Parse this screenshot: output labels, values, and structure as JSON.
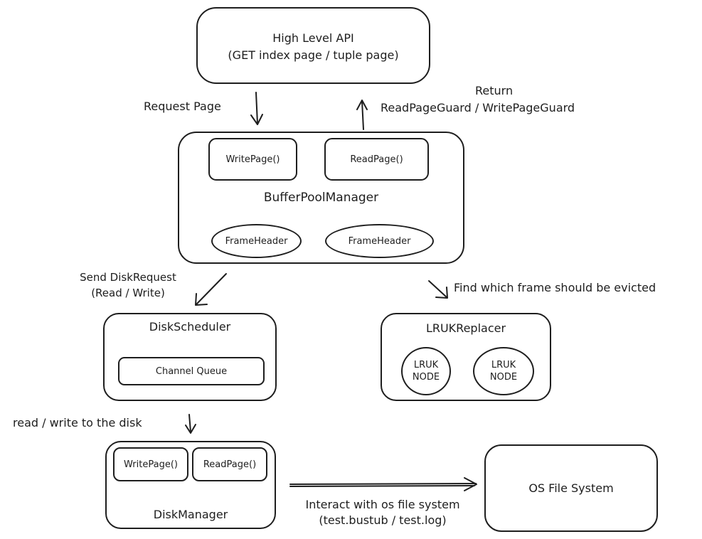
{
  "high_level_api": {
    "line1": "High Level API",
    "line2": "(GET index page / tuple page)"
  },
  "labels": {
    "request_page": "Request Page",
    "return_line1": "Return",
    "return_line2": "ReadPageGuard / WritePageGuard",
    "send_disk_request_line1": "Send DiskRequest",
    "send_disk_request_line2": "(Read / Write)",
    "find_evict": "Find which frame should be evicted",
    "read_write_disk": "read / write to the disk",
    "interact_line1": "Interact with os file system",
    "interact_line2": "(test.bustub / test.log)"
  },
  "buffer_pool_manager": {
    "title": "BufferPoolManager",
    "write_page": "WritePage()",
    "read_page": "ReadPage()",
    "frame_header_1": "FrameHeader",
    "frame_header_2": "FrameHeader"
  },
  "disk_scheduler": {
    "title": "DiskScheduler",
    "channel_queue": "Channel Queue"
  },
  "lruk_replacer": {
    "title": "LRUKReplacer",
    "node1_line1": "LRUK",
    "node1_line2": "NODE",
    "node2_line1": "LRUK",
    "node2_line2": "NODE"
  },
  "disk_manager": {
    "title": "DiskManager",
    "write_page": "WritePage()",
    "read_page": "ReadPage()"
  },
  "os_file_system": {
    "title": "OS File System"
  }
}
